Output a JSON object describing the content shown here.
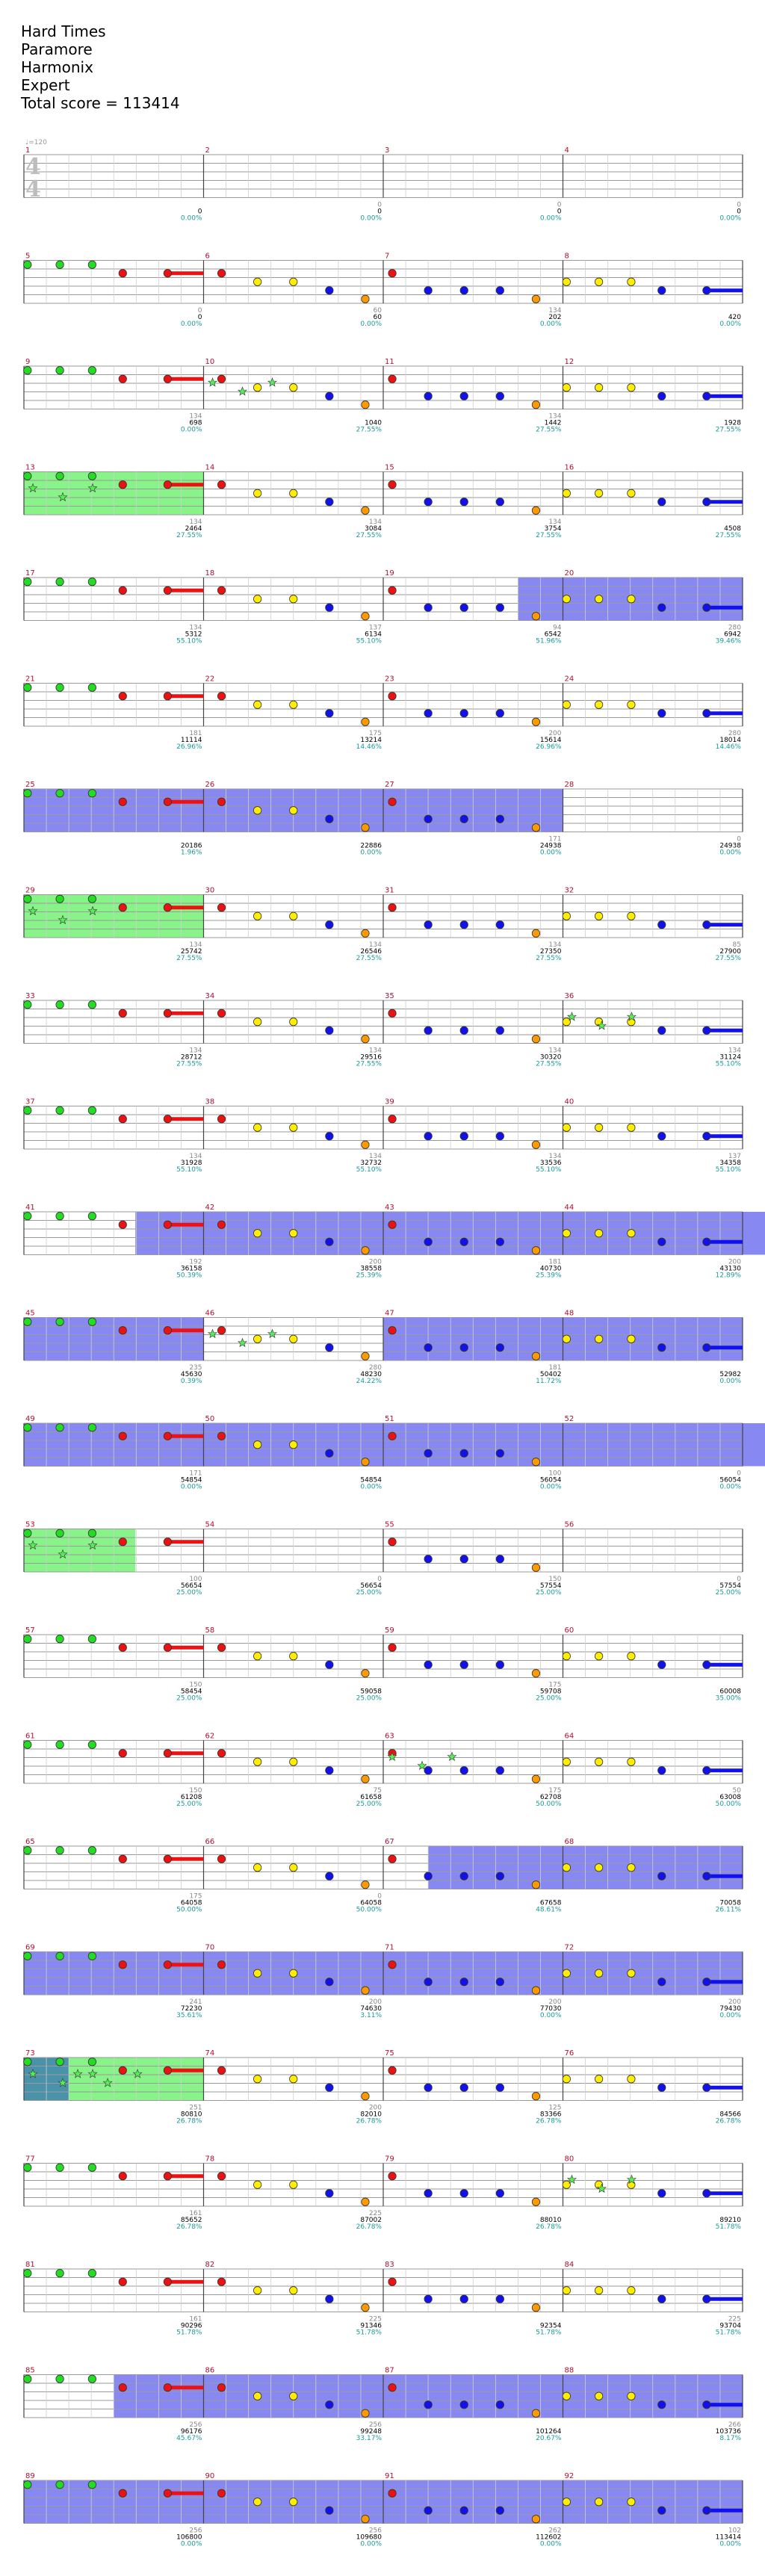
{
  "song": {
    "title": "Hard Times",
    "artist": "Paramore",
    "source": "Harmonix",
    "difficulty": "Expert",
    "total_score": "Total score = 113414"
  },
  "tempo_label": "♩=120",
  "time_signature": {
    "top": "4",
    "bottom": "4"
  },
  "colors": {
    "green": "#22dd22",
    "red": "#ee1111",
    "yellow": "#ffee00",
    "blue": "#1111ee",
    "orange": "#ff9900",
    "star_power": "#55ee55",
    "overdrive": "#5555ee",
    "both": "#2a7f9a",
    "solo": "#ffff66"
  },
  "rows": [
    {
      "measures": [
        1,
        2,
        3,
        4
      ],
      "scores": [
        [
          "",
          "0",
          "0.00%"
        ],
        [
          "0",
          "0",
          "0.00%"
        ],
        [
          "0",
          "0",
          "0.00%"
        ],
        [
          "0",
          "0",
          "0.00%"
        ]
      ]
    },
    {
      "measures": [
        5,
        6,
        7,
        8
      ],
      "scores": [
        [
          "0",
          "0",
          "0.00%"
        ],
        [
          "60",
          "60",
          "0.00%"
        ],
        [
          "134",
          "202",
          "0.00%"
        ],
        [
          "",
          "420",
          "0.00%"
        ]
      ]
    },
    {
      "measures": [
        9,
        10,
        11,
        12
      ],
      "scores": [
        [
          "134",
          "698",
          "0.00%"
        ],
        [
          "",
          "1040",
          "27.55%"
        ],
        [
          "134",
          "1442",
          "27.55%"
        ],
        [
          "",
          "1928",
          "27.55%"
        ]
      ]
    },
    {
      "measures": [
        13,
        14,
        15,
        16
      ],
      "scores": [
        [
          "134",
          "2464",
          "27.55%"
        ],
        [
          "134",
          "3084",
          "27.55%"
        ],
        [
          "134",
          "3754",
          "27.55%"
        ],
        [
          "",
          "4508",
          "27.55%"
        ]
      ]
    },
    {
      "measures": [
        17,
        18,
        19,
        20
      ],
      "scores": [
        [
          "134",
          "5312",
          "55.10%"
        ],
        [
          "137",
          "6134",
          "55.10%"
        ],
        [
          "94",
          "6542",
          "51.96%"
        ],
        [
          "280",
          "6942",
          "39.46%"
        ]
      ]
    },
    {
      "measures": [
        21,
        22,
        23,
        24
      ],
      "scores": [
        [
          "181",
          "11114",
          "26.96%"
        ],
        [
          "175",
          "13214",
          "14.46%"
        ],
        [
          "200",
          "15614",
          "26.96%"
        ],
        [
          "280",
          "18014",
          "14.46%"
        ]
      ]
    },
    {
      "measures": [
        25,
        26,
        27,
        28
      ],
      "scores": [
        [
          "",
          "20186",
          "1.96%"
        ],
        [
          "",
          "22886",
          "0.00%"
        ],
        [
          "171",
          "24938",
          "0.00%"
        ],
        [
          "0",
          "24938",
          "0.00%"
        ]
      ]
    },
    {
      "measures": [
        29,
        30,
        31,
        32
      ],
      "scores": [
        [
          "134",
          "25742",
          "27.55%"
        ],
        [
          "134",
          "26546",
          "27.55%"
        ],
        [
          "134",
          "27350",
          "27.55%"
        ],
        [
          "85",
          "27900",
          "27.55%"
        ]
      ]
    },
    {
      "measures": [
        33,
        34,
        35,
        36
      ],
      "scores": [
        [
          "134",
          "28712",
          "27.55%"
        ],
        [
          "134",
          "29516",
          "27.55%"
        ],
        [
          "134",
          "30320",
          "27.55%"
        ],
        [
          "134",
          "31124",
          "55.10%"
        ]
      ]
    },
    {
      "measures": [
        37,
        38,
        39,
        40
      ],
      "scores": [
        [
          "134",
          "31928",
          "55.10%"
        ],
        [
          "134",
          "32732",
          "55.10%"
        ],
        [
          "134",
          "33536",
          "55.10%"
        ],
        [
          "137",
          "34358",
          "55.10%"
        ]
      ]
    },
    {
      "measures": [
        41,
        42,
        43,
        44
      ],
      "scores": [
        [
          "192",
          "36158",
          "50.39%"
        ],
        [
          "200",
          "38558",
          "25.39%"
        ],
        [
          "181",
          "40730",
          "25.39%"
        ],
        [
          "200",
          "43130",
          "12.89%"
        ]
      ]
    },
    {
      "measures": [
        45,
        46,
        47,
        48
      ],
      "scores": [
        [
          "235",
          "45630",
          "0.39%"
        ],
        [
          "280",
          "48230",
          "24.22%"
        ],
        [
          "181",
          "50402",
          "11.72%"
        ],
        [
          "",
          "52982",
          "0.00%"
        ]
      ]
    },
    {
      "measures": [
        49,
        50,
        51,
        52
      ],
      "scores": [
        [
          "171",
          "54854",
          "0.00%"
        ],
        [
          "",
          "54854",
          "0.00%"
        ],
        [
          "100",
          "56054",
          "0.00%"
        ],
        [
          "0",
          "56054",
          "0.00%"
        ]
      ]
    },
    {
      "measures": [
        53,
        54,
        55,
        56
      ],
      "scores": [
        [
          "100",
          "56654",
          "25.00%"
        ],
        [
          "0",
          "56654",
          "25.00%"
        ],
        [
          "150",
          "57554",
          "25.00%"
        ],
        [
          "0",
          "57554",
          "25.00%"
        ]
      ]
    },
    {
      "measures": [
        57,
        58,
        59,
        60
      ],
      "scores": [
        [
          "150",
          "58454",
          "25.00%"
        ],
        [
          "",
          "59058",
          "25.00%"
        ],
        [
          "175",
          "59708",
          "25.00%"
        ],
        [
          "",
          "60008",
          "35.00%"
        ]
      ]
    },
    {
      "measures": [
        61,
        62,
        63,
        64
      ],
      "scores": [
        [
          "150",
          "61208",
          "25.00%"
        ],
        [
          "75",
          "61658",
          "25.00%"
        ],
        [
          "175",
          "62708",
          "50.00%"
        ],
        [
          "50",
          "63008",
          "50.00%"
        ]
      ]
    },
    {
      "measures": [
        65,
        66,
        67,
        68
      ],
      "scores": [
        [
          "175",
          "64058",
          "50.00%"
        ],
        [
          "0",
          "64058",
          "50.00%"
        ],
        [
          "",
          "67658",
          "48.61%"
        ],
        [
          "",
          "70058",
          "26.11%"
        ]
      ]
    },
    {
      "measures": [
        69,
        70,
        71,
        72
      ],
      "scores": [
        [
          "241",
          "72230",
          "35.61%"
        ],
        [
          "200",
          "74630",
          "3.11%"
        ],
        [
          "200",
          "77030",
          "0.00%"
        ],
        [
          "200",
          "79430",
          "0.00%"
        ]
      ]
    },
    {
      "measures": [
        73,
        74,
        75,
        76
      ],
      "scores": [
        [
          "251",
          "80810",
          "26.78%"
        ],
        [
          "200",
          "82010",
          "26.78%"
        ],
        [
          "125",
          "83366",
          "26.78%"
        ],
        [
          "",
          "84566",
          "26.78%"
        ]
      ]
    },
    {
      "measures": [
        77,
        78,
        79,
        80
      ],
      "scores": [
        [
          "161",
          "85652",
          "26.78%"
        ],
        [
          "225",
          "87002",
          "26.78%"
        ],
        [
          "",
          "88010",
          "26.78%"
        ],
        [
          "",
          "89210",
          "51.78%"
        ]
      ]
    },
    {
      "measures": [
        81,
        82,
        83,
        84
      ],
      "scores": [
        [
          "161",
          "90296",
          "51.78%"
        ],
        [
          "225",
          "91346",
          "51.78%"
        ],
        [
          "",
          "92354",
          "51.78%"
        ],
        [
          "225",
          "93704",
          "51.78%"
        ]
      ]
    },
    {
      "measures": [
        85,
        86,
        87,
        88
      ],
      "scores": [
        [
          "256",
          "96176",
          "45.67%"
        ],
        [
          "256",
          "99248",
          "33.17%"
        ],
        [
          "",
          "101264",
          "20.67%"
        ],
        [
          "266",
          "103736",
          "8.17%"
        ]
      ]
    },
    {
      "measures": [
        89,
        90,
        91,
        92
      ],
      "scores": [
        [
          "256",
          "106800",
          "0.00%"
        ],
        [
          "256",
          "109680",
          "0.00%"
        ],
        [
          "262",
          "112602",
          "0.00%"
        ],
        [
          "102",
          "113414",
          "0.00%"
        ]
      ]
    }
  ]
}
